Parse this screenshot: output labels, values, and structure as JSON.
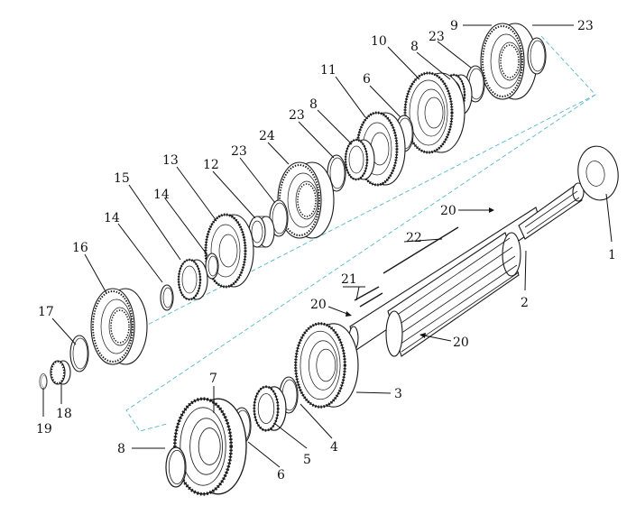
{
  "diagram": {
    "colors": {
      "line": "#1a1a1a",
      "axis": "#56b7c8",
      "background": "#ffffff"
    },
    "callouts": [
      {
        "id": "c1",
        "label": "1"
      },
      {
        "id": "c2",
        "label": "2"
      },
      {
        "id": "c3",
        "label": "3"
      },
      {
        "id": "c4",
        "label": "4"
      },
      {
        "id": "c5",
        "label": "5"
      },
      {
        "id": "c6a",
        "label": "6"
      },
      {
        "id": "c6b",
        "label": "6"
      },
      {
        "id": "c7",
        "label": "7"
      },
      {
        "id": "c8a",
        "label": "8"
      },
      {
        "id": "c8b",
        "label": "8"
      },
      {
        "id": "c8c",
        "label": "8"
      },
      {
        "id": "c9",
        "label": "9"
      },
      {
        "id": "c10",
        "label": "10"
      },
      {
        "id": "c11",
        "label": "11"
      },
      {
        "id": "c12",
        "label": "12"
      },
      {
        "id": "c13",
        "label": "13"
      },
      {
        "id": "c14a",
        "label": "14"
      },
      {
        "id": "c14b",
        "label": "14"
      },
      {
        "id": "c15",
        "label": "15"
      },
      {
        "id": "c16",
        "label": "16"
      },
      {
        "id": "c17",
        "label": "17"
      },
      {
        "id": "c18",
        "label": "18"
      },
      {
        "id": "c19",
        "label": "19"
      },
      {
        "id": "c20a",
        "label": "20"
      },
      {
        "id": "c20b",
        "label": "20"
      },
      {
        "id": "c20c",
        "label": "20"
      },
      {
        "id": "c21",
        "label": "21"
      },
      {
        "id": "c22",
        "label": "22"
      },
      {
        "id": "c23a",
        "label": "23"
      },
      {
        "id": "c23b",
        "label": "23"
      },
      {
        "id": "c23c",
        "label": "23"
      },
      {
        "id": "c23d",
        "label": "23"
      },
      {
        "id": "c24",
        "label": "24"
      }
    ]
  }
}
